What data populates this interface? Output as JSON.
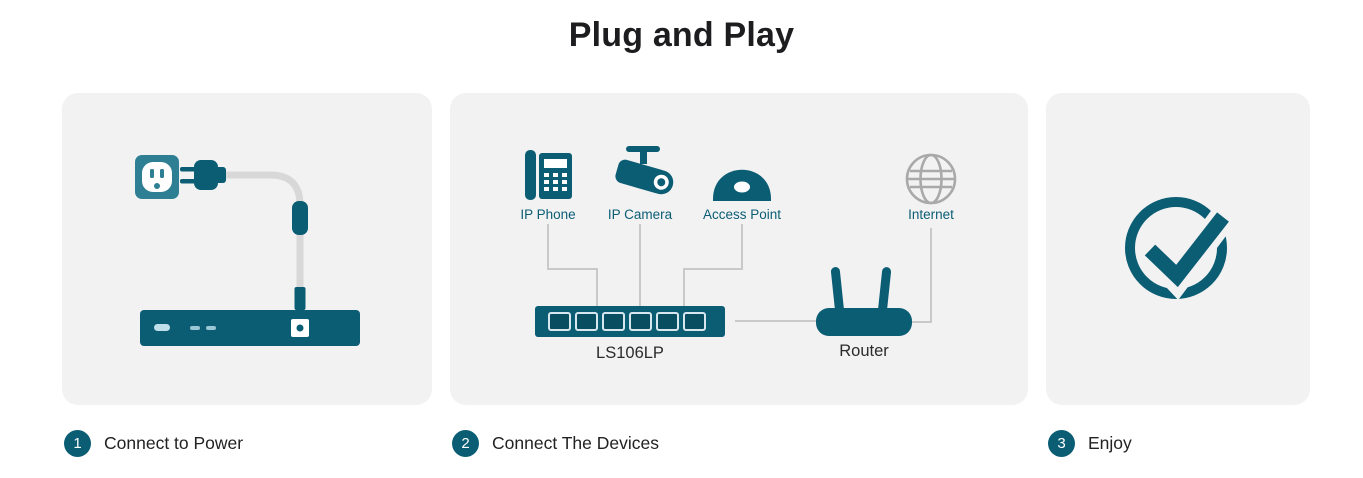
{
  "title": "Plug and Play",
  "colors": {
    "teal": "#0b5d74",
    "panel_bg": "#f2f2f3",
    "line_gray": "#c9c9c9",
    "cable_gray": "#d8d8d8",
    "globe_gray": "#a9a9a9"
  },
  "steps": [
    {
      "num": "1",
      "label": "Connect to Power"
    },
    {
      "num": "2",
      "label": "Connect The Devices"
    },
    {
      "num": "3",
      "label": "Enjoy"
    }
  ],
  "devices": [
    {
      "label": "IP Phone",
      "icon": "ip-phone-icon"
    },
    {
      "label": "IP Camera",
      "icon": "ip-camera-icon"
    },
    {
      "label": "Access Point",
      "icon": "access-point-icon"
    },
    {
      "label": "Internet",
      "icon": "internet-globe-icon"
    }
  ],
  "switch_label": "LS106LP",
  "router_label": "Router"
}
